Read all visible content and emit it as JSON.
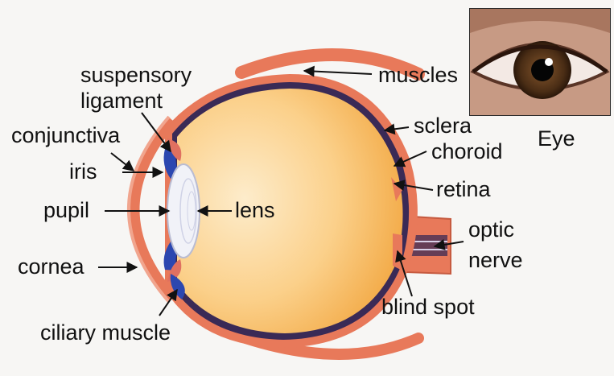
{
  "labels": {
    "suspensory_line1": "suspensory",
    "suspensory_line2": "ligament",
    "conjunctiva": "conjunctiva",
    "iris": "iris",
    "pupil": "pupil",
    "cornea": "cornea",
    "ciliary_muscle": "ciliary muscle",
    "muscles": "muscles",
    "sclera": "sclera",
    "choroid": "choroid",
    "retina": "retina",
    "lens": "lens",
    "optic_line1": "optic",
    "optic_line2": "nerve",
    "blind_spot": "blind spot"
  },
  "photo": {
    "caption": "Eye"
  },
  "colors": {
    "sclera": "#e8795a",
    "choroid": "#3a2a56",
    "vitreous_light": "#fde8c4",
    "vitreous_dark": "#f5b24a",
    "iris_blue": "#2c47b0",
    "lens": "#f1f2f8",
    "arrow": "#111111"
  }
}
